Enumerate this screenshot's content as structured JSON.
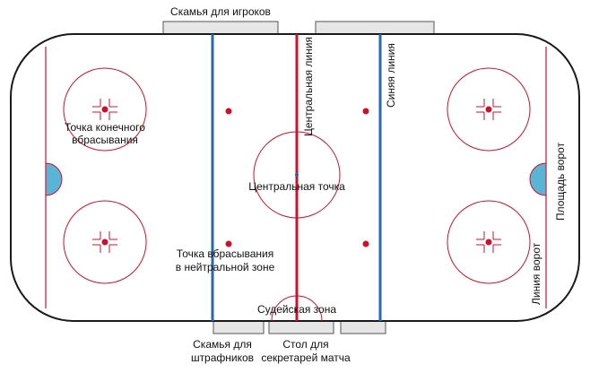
{
  "labels": {
    "players_bench": "Скамья для игроков",
    "penalty_bench_line1": "Скамья для",
    "penalty_bench_line2": "штрафников",
    "scorers_table_line1": "Стол для",
    "scorers_table_line2": "секретарей матча",
    "center_line": "Центральная линия",
    "blue_line": "Синяя линия",
    "center_spot": "Центральная точка",
    "end_faceoff_line1": "Точка конечного",
    "end_faceoff_line2": "вбрасывания",
    "neutral_faceoff_line1": "Точка вбрасывания",
    "neutral_faceoff_line2": "в нейтральной зоне",
    "referee_crease": "Судейская зона",
    "goal_crease": "Площадь ворот",
    "goal_line": "Линия ворот"
  },
  "colors": {
    "red": "#d0102a",
    "blue": "#2568b8",
    "crease": "#5ab4d6",
    "board": "#1a1a1a",
    "bench_fill": "#e6e6e6",
    "bench_stroke": "#555555"
  }
}
